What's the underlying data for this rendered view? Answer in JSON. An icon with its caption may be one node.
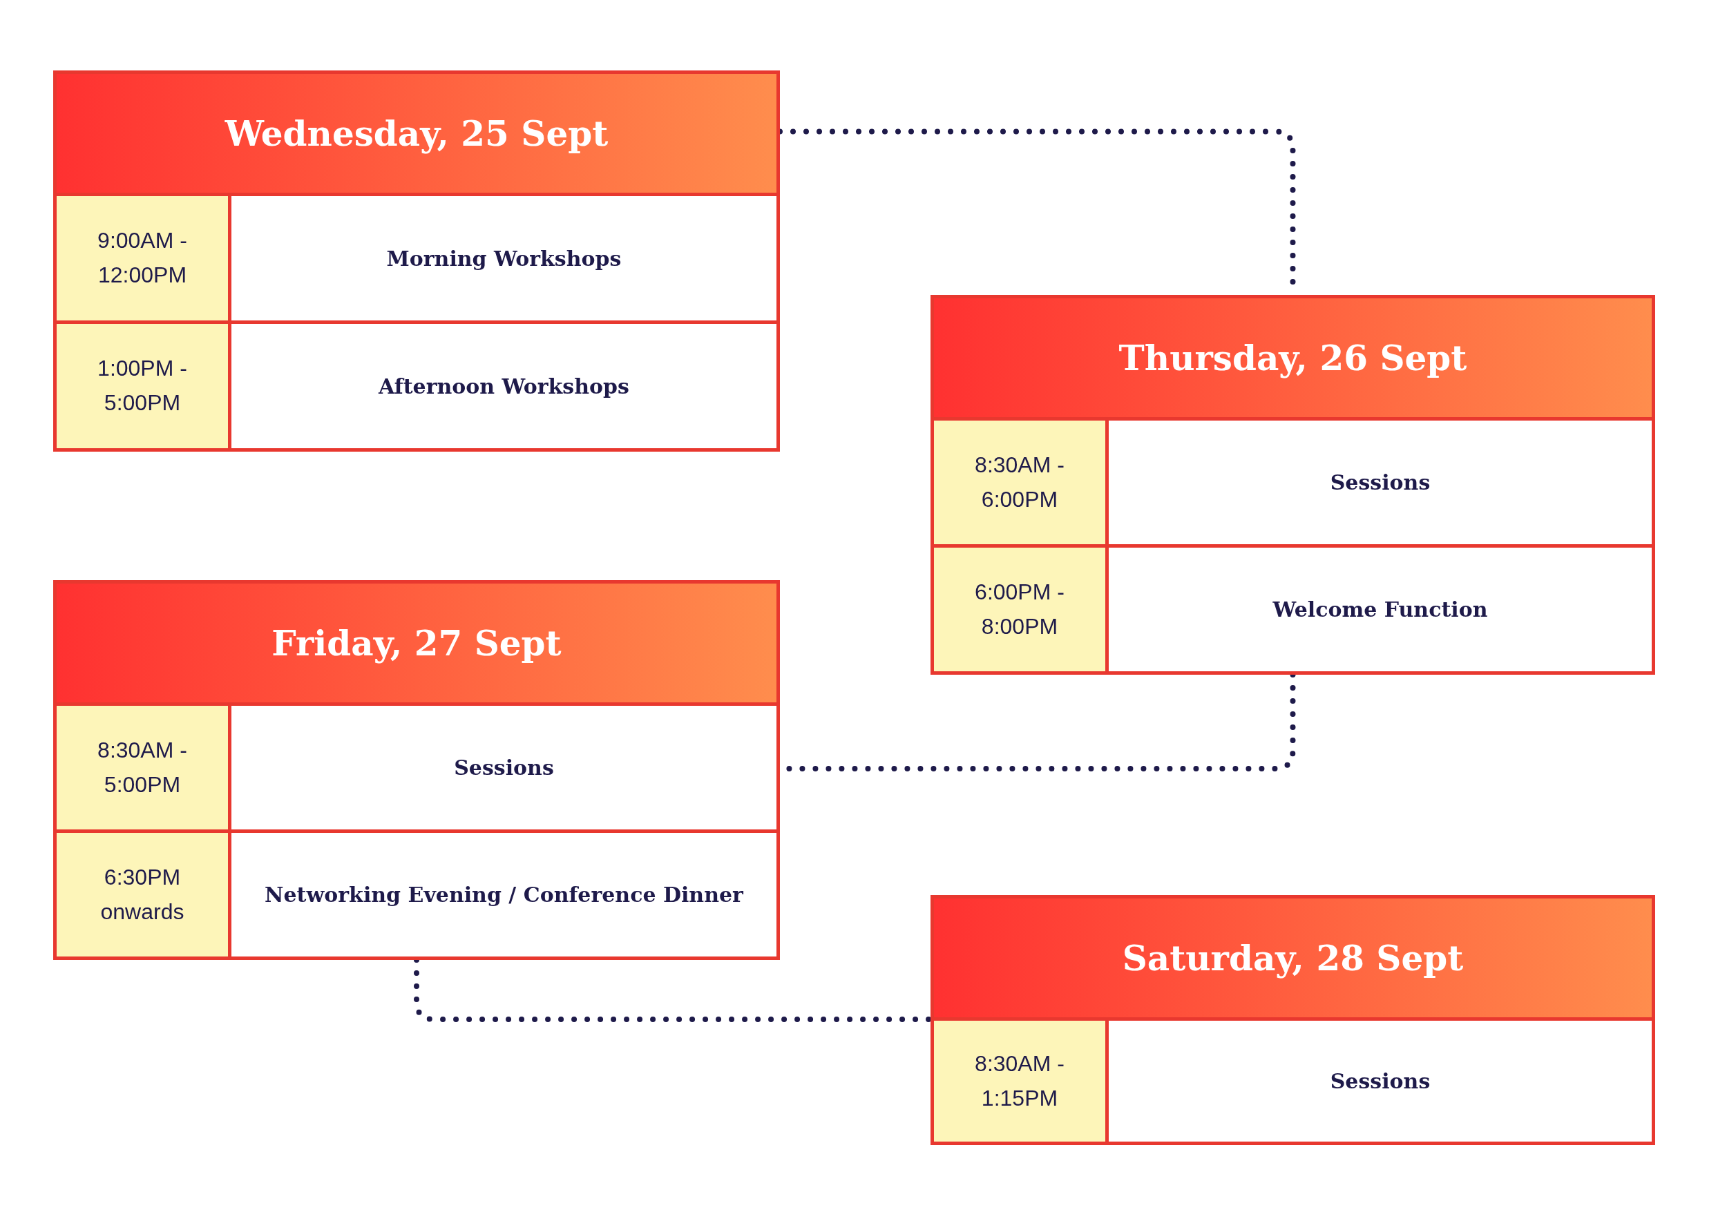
{
  "diagram": {
    "nodes": [
      {
        "text": [
          "Wednesday, 25 Sept"
        ]
      },
      {
        "text": [
          "9:00AM - 12:00PM"
        ],
        "in": 0
      },
      {
        "text": [
          "Morning Workshops"
        ],
        "in": 0
      },
      {
        "text": [
          "1:00PM - 5:00PM"
        ],
        "in": 0
      },
      {
        "text": [
          "Afternoon Workshops"
        ],
        "in": 0
      },
      {
        "text": [
          "Thursday, 26 Sept"
        ]
      },
      {
        "text": [
          "8:30AM - 6:00PM"
        ],
        "in": 5
      },
      {
        "text": [
          "Sessions"
        ],
        "in": 5
      },
      {
        "text": [
          "6:00PM - 8:00PM"
        ],
        "in": 5
      },
      {
        "text": [
          "Welcome Function"
        ],
        "in": 5
      },
      {
        "text": [
          "Friday, 27 Sept"
        ]
      },
      {
        "text": [
          "8:30AM - 5:00PM"
        ],
        "in": 10
      },
      {
        "text": [
          "Sessions"
        ],
        "in": 10
      },
      {
        "text": [
          "6:30PM onwards"
        ],
        "in": 10
      },
      {
        "text": [
          "Networking Evening / Conference Dinner"
        ],
        "in": 10
      },
      {
        "text": [
          "Saturday, 28 Sept"
        ]
      },
      {
        "text": [
          "8:30AM - 1:15PM"
        ],
        "in": 15
      },
      {
        "text": [
          "Sessions"
        ],
        "in": 15
      }
    ],
    "edges": [
      {
        "from": 0,
        "to": 5,
        "arrow": "none",
        "style": "dashed"
      },
      {
        "from": 5,
        "to": 10,
        "arrow": "none",
        "style": "dashed"
      },
      {
        "from": 10,
        "to": 15,
        "arrow": "none",
        "style": "dashed"
      }
    ]
  }
}
